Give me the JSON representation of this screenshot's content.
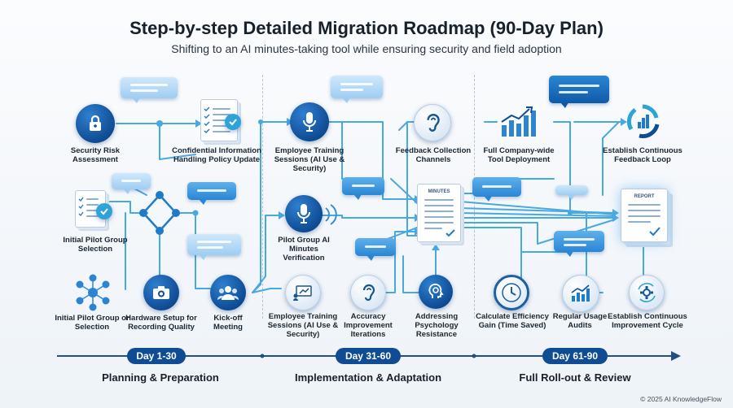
{
  "header": {
    "title": "Step-by-step Detailed Migration Roadmap (90-Day Plan)",
    "subtitle": "Shifting to an AI minutes-taking tool while ensuring security and field adoption"
  },
  "documents": {
    "minutes_label": "MINUTES",
    "report_label": "REPORT"
  },
  "phase1": {
    "nodes": {
      "security": "Security Risk Assessment",
      "policy": "Confidential Information Handling Policy Update",
      "pilot_selection": "Initial Pilot Group Selection",
      "pilot_group": "Initial Pilot Group or Selection",
      "hardware": "Hardware Setup for Recording Quality",
      "kickoff": "Kick-off Meeting"
    },
    "day_label": "Day 1-30",
    "phase_label": "Planning & Preparation"
  },
  "phase2": {
    "nodes": {
      "training_top": "Employee Training Sessions (AI Use & Security)",
      "pilot_verify": "Pilot Group AI Minutes Verification",
      "training_bottom": "Employee Training Sessions (AI Use & Security)",
      "accuracy": "Accuracy Improvement Iterations",
      "feedback_channels": "Feedback Collection Channels",
      "psychology": "Addressing Psychology Resistance"
    },
    "day_label": "Day 31-60",
    "phase_label": "Implementation & Adaptation"
  },
  "phase3": {
    "nodes": {
      "deployment": "Full Company-wide Tool Deployment",
      "feedback_loop": "Establish Continuous Feedback Loop",
      "efficiency": "Calculate Efficiency Gain (Time Saved)",
      "audits": "Regular Usage Audits",
      "improvement": "Establish Continuous Improvement Cycle"
    },
    "day_label": "Day 61-90",
    "phase_label": "Full Roll-out & Review"
  },
  "footer": "© 2025 AI KnowledgeFlow",
  "colors": {
    "navy": "#0f4c93",
    "accent": "#2a86d4",
    "line": "#4aa8e0"
  }
}
